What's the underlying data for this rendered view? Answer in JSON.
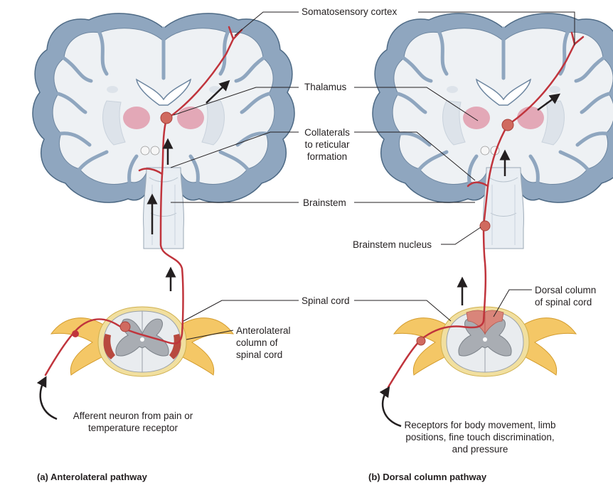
{
  "labels": {
    "somatosensory_cortex": "Somatosensory cortex",
    "thalamus": "Thalamus",
    "collaterals": [
      "Collaterals",
      "to reticular",
      "formation"
    ],
    "brainstem": "Brainstem",
    "brainstem_nucleus": "Brainstem nucleus",
    "spinal_cord": "Spinal cord",
    "dorsal_column": [
      "Dorsal column",
      "of spinal cord"
    ],
    "anterolateral_column": [
      "Anterolateral",
      "column of",
      "spinal cord"
    ],
    "afferent_neuron": [
      "Afferent neuron from pain or",
      "temperature receptor"
    ],
    "receptors": [
      "Receptors for body movement, limb",
      "positions, fine touch discrimination,",
      "and pressure"
    ]
  },
  "captions": {
    "a": "(a) Anterolateral pathway",
    "b": "(b) Dorsal column pathway"
  },
  "colors": {
    "cortex": "#8fa6bf",
    "white_matter": "#eef1f4",
    "pathway": "#c0343c",
    "thalamus": "#e1a0b0",
    "ganglion": "#f4c766",
    "spinal_gray": "#a9adb3",
    "dorsal_column_fill": "#d9857a"
  }
}
